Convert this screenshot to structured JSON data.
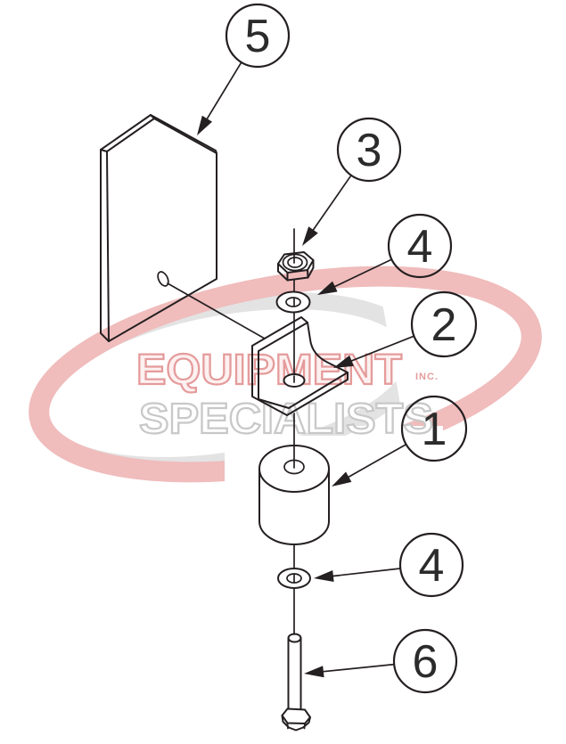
{
  "watermark": {
    "word1": "EQUIPMENT",
    "word2": "SPECIALISTS",
    "word3": "INC."
  },
  "colors": {
    "line": "#241f21",
    "background": "#ffffff",
    "watermark_red_ring": "#f0bcbc",
    "watermark_gray_ring": "#e3e3e3",
    "watermark_red_text_stroke": "#e49b9b",
    "watermark_gray_text_stroke": "#c8c8c8"
  },
  "callouts": [
    {
      "label": "5"
    },
    {
      "label": "3"
    },
    {
      "label": "4"
    },
    {
      "label": "2"
    },
    {
      "label": "1"
    },
    {
      "label": "4"
    },
    {
      "label": "6"
    }
  ]
}
